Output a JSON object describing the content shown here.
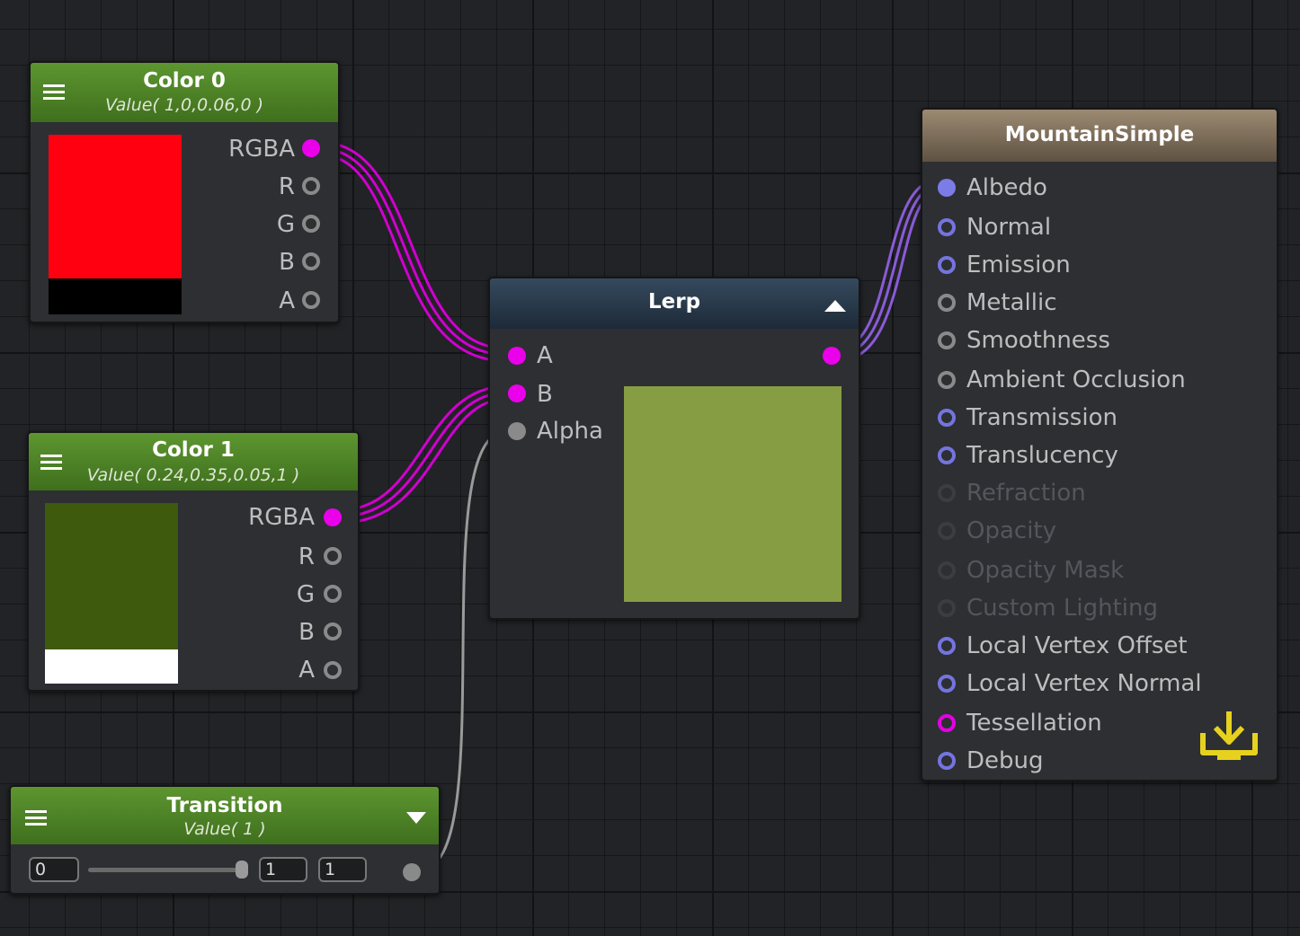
{
  "nodes": {
    "color0": {
      "title": "Color 0",
      "subtitle": "Value( 1,0,0.06,0 )",
      "swatch_color": "#ff0010",
      "alpha_color": "#000000",
      "outputs": [
        "RGBA",
        "R",
        "G",
        "B",
        "A"
      ]
    },
    "color1": {
      "title": "Color 1",
      "subtitle": "Value( 0.24,0.35,0.05,1 )",
      "swatch_color": "#3d5a0d",
      "alpha_color": "#ffffff",
      "outputs": [
        "RGBA",
        "R",
        "G",
        "B",
        "A"
      ]
    },
    "transition": {
      "title": "Transition",
      "subtitle": "Value( 1 )",
      "min_value": "0",
      "slider_value": "1",
      "max_value": "1",
      "slider_fraction": 1.0
    },
    "lerp": {
      "title": "Lerp",
      "inputs": [
        "A",
        "B",
        "Alpha"
      ],
      "preview_color": "#879d44"
    },
    "master": {
      "title": "MountainSimple",
      "inputs": [
        {
          "label": "Albedo",
          "state": "connected"
        },
        {
          "label": "Normal",
          "state": "blue"
        },
        {
          "label": "Emission",
          "state": "blue"
        },
        {
          "label": "Metallic",
          "state": "grey"
        },
        {
          "label": "Smoothness",
          "state": "grey"
        },
        {
          "label": "Ambient Occlusion",
          "state": "grey"
        },
        {
          "label": "Transmission",
          "state": "blue"
        },
        {
          "label": "Translucency",
          "state": "blue"
        },
        {
          "label": "Refraction",
          "state": "disabled"
        },
        {
          "label": "Opacity",
          "state": "disabled"
        },
        {
          "label": "Opacity Mask",
          "state": "disabled"
        },
        {
          "label": "Custom Lighting",
          "state": "disabled"
        },
        {
          "label": "Local Vertex Offset",
          "state": "blue"
        },
        {
          "label": "Local Vertex Normal",
          "state": "blue"
        },
        {
          "label": "Tessellation",
          "state": "pink"
        },
        {
          "label": "Debug",
          "state": "blue"
        }
      ]
    }
  },
  "colors": {
    "wire_color": "#d000d0",
    "wire_albedo": "#8a5bd8",
    "wire_float": "#9a9a9a",
    "header_green": "#4f8427",
    "header_lerp": "#2a3a4b",
    "header_master": "#857460",
    "save_icon": "#e6d21e"
  },
  "icons": {
    "menu": "hamburger-menu-icon",
    "collapse": "triangle-up-icon",
    "expand": "triangle-down-icon",
    "save": "download-tray-icon"
  }
}
